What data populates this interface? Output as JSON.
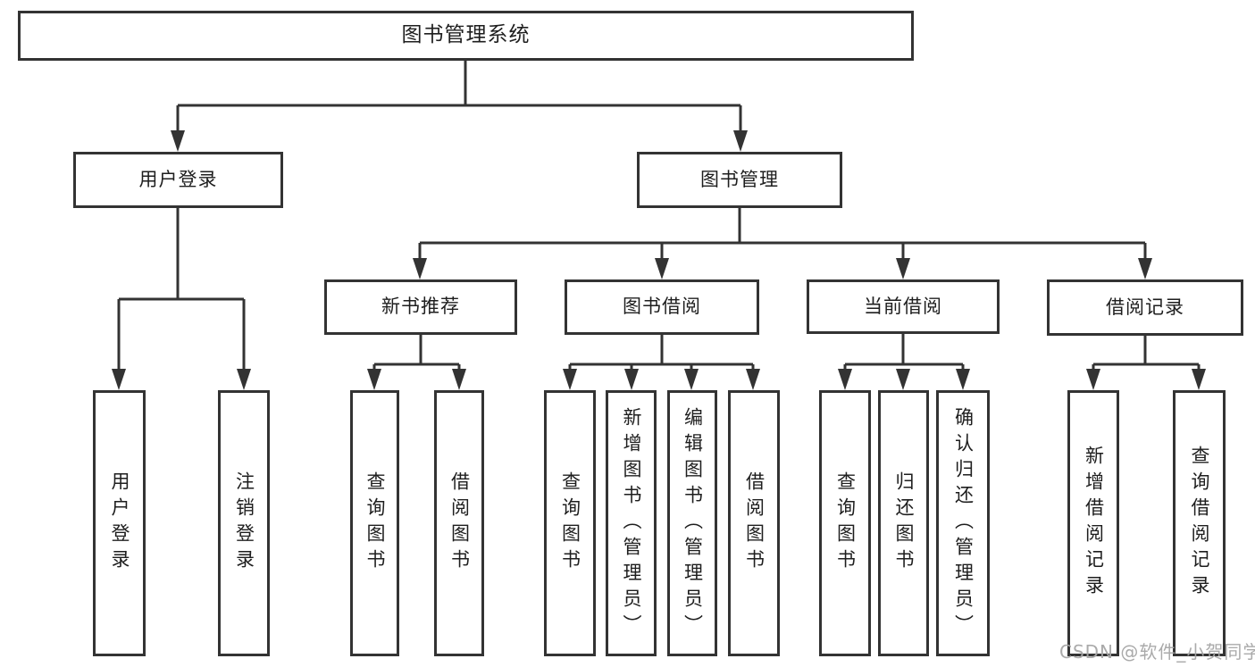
{
  "colors": {
    "line": "#333333",
    "box_border": "#333333",
    "text": "#1e1e1e",
    "background": "#ffffff",
    "watermark": "#a5a5a5"
  },
  "watermark": "CSDN @软件_小贺同学",
  "diagram": {
    "type": "tree",
    "root": "图书管理系统",
    "branches": {
      "user": {
        "label": "用户登录",
        "children": [
          "用户登录",
          "注销登录"
        ]
      },
      "book": {
        "label": "图书管理",
        "sections": [
          {
            "label": "新书推荐",
            "children": [
              "查询图书",
              "借阅图书"
            ]
          },
          {
            "label": "图书借阅",
            "children": [
              "查询图书",
              "新增图书（管理员）",
              "编辑图书（管理员）",
              "借阅图书"
            ]
          },
          {
            "label": "当前借阅",
            "children": [
              "查询图书",
              "归还图书",
              "确认归还（管理员）"
            ]
          },
          {
            "label": "借阅记录",
            "children": [
              "新增借阅记录",
              "查询借阅记录"
            ]
          }
        ]
      }
    }
  }
}
